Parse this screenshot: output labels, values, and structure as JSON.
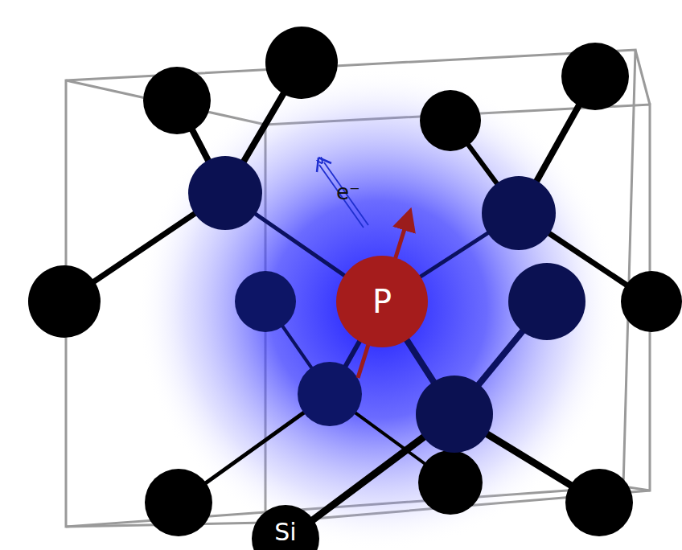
{
  "diagram": {
    "nodes": [
      {
        "text": [
          "P"
        ]
      },
      {
        "text": [
          "Si"
        ]
      }
    ],
    "labels": [
      "e⁻"
    ]
  }
}
